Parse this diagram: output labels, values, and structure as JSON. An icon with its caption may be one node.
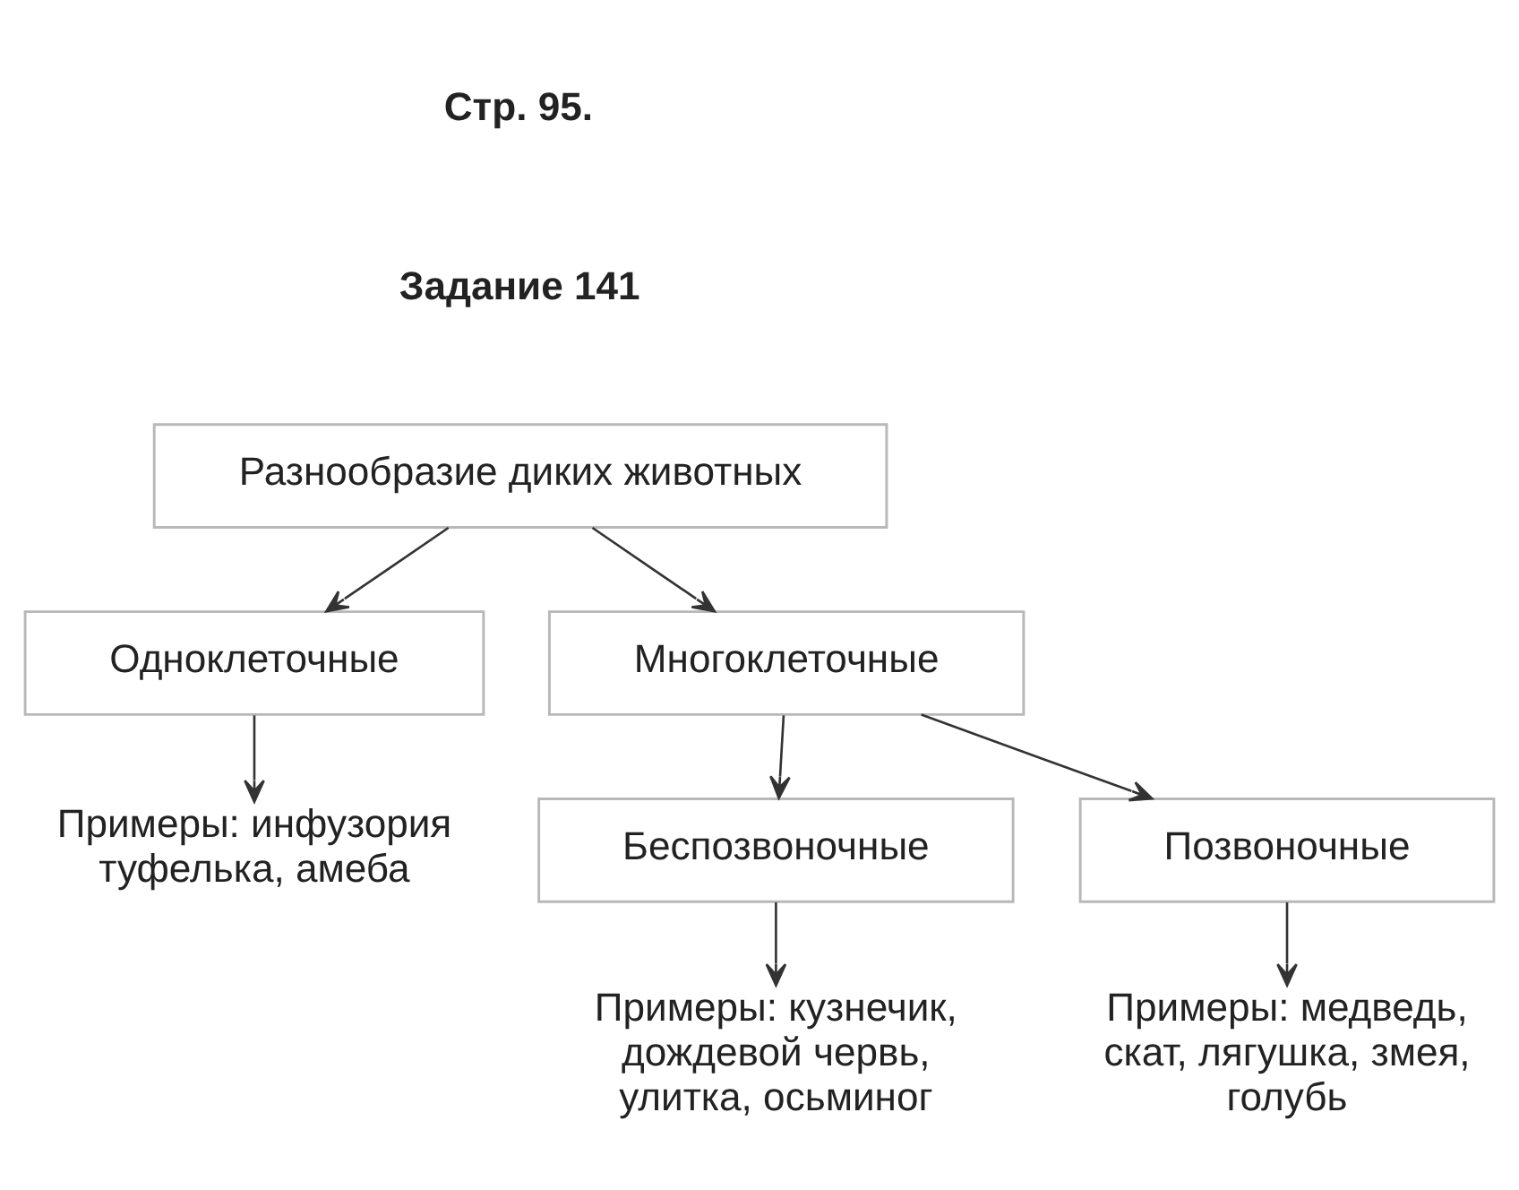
{
  "diagram": {
    "nodes": [
      {
        "text": [
          "Разнообразие диких животных"
        ]
      },
      {
        "text": [
          "Одноклеточные"
        ]
      },
      {
        "text": [
          "Многоклеточные"
        ]
      },
      {
        "text": [
          "Примеры: инфузория туфелька, амеба"
        ]
      },
      {
        "text": [
          "Беспозвоночные"
        ]
      },
      {
        "text": [
          "Позвоночные"
        ]
      },
      {
        "text": [
          "Примеры: кузнечик, дождевой червь, улитка, осьминог"
        ]
      },
      {
        "text": [
          "Примеры: медведь, скат, лягушка, змея, голубь"
        ]
      }
    ],
    "edges": [
      {
        "from": 0,
        "to": 1,
        "arrow": "to"
      },
      {
        "from": 0,
        "to": 2,
        "arrow": "to"
      },
      {
        "from": 1,
        "to": 3,
        "arrow": "to"
      },
      {
        "from": 2,
        "to": 4,
        "arrow": "to"
      },
      {
        "from": 2,
        "to": 5,
        "arrow": "to"
      },
      {
        "from": 4,
        "to": 6,
        "arrow": "to"
      },
      {
        "from": 5,
        "to": 7,
        "arrow": "to"
      }
    ],
    "labels": [
      "Стр. 95.",
      "Задание 141"
    ]
  }
}
